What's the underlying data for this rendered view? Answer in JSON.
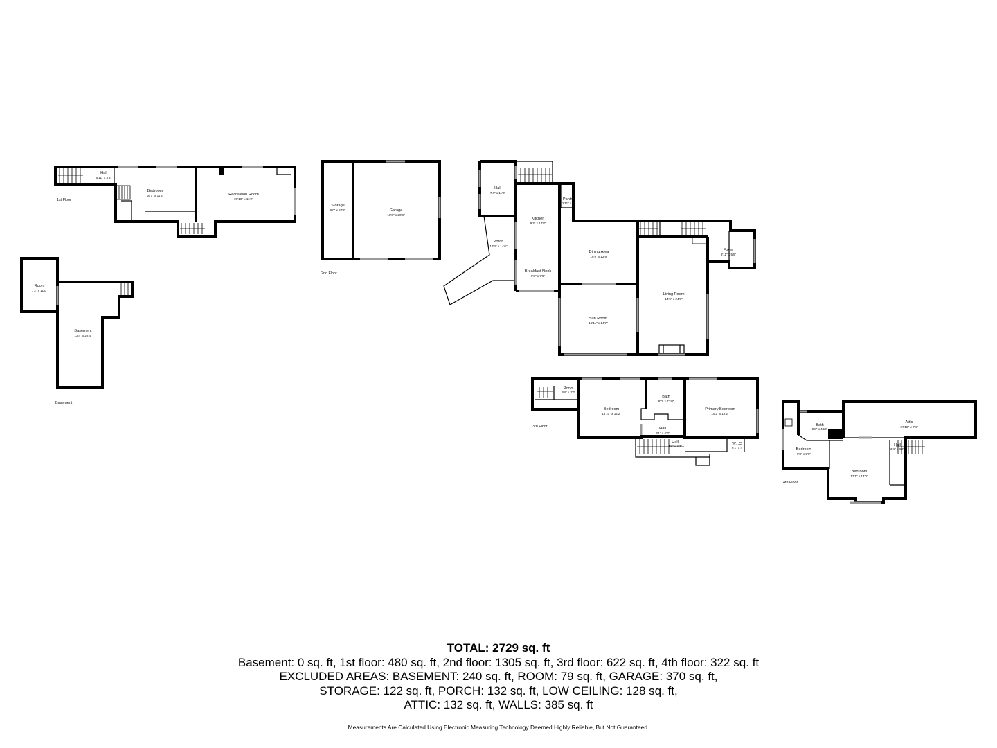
{
  "floors": [
    {
      "key": "floor1",
      "label": "1st Floor",
      "rooms": [
        {
          "key": "hall",
          "name": "Hall",
          "dim": "5'11\" x 3'3\""
        },
        {
          "key": "bedroom",
          "name": "Bedroom",
          "dim": "16'7\" x 11'2\""
        },
        {
          "key": "recreation",
          "name": "Recreation Room",
          "dim": "20'10\" x 11'2\""
        }
      ]
    },
    {
      "key": "basement",
      "label": "Basement",
      "rooms": [
        {
          "key": "room",
          "name": "Room",
          "dim": "7'2\" x 11'0\""
        },
        {
          "key": "basement",
          "name": "Basement",
          "dim": "13'4\" x 22'4\""
        }
      ]
    },
    {
      "key": "floor2",
      "label": "2nd Floor",
      "rooms": [
        {
          "key": "storage",
          "name": "Storage",
          "dim": "6'0\" x 20'2\""
        },
        {
          "key": "garage",
          "name": "Garage",
          "dim": "18'3\" x 20'3\""
        },
        {
          "key": "hall",
          "name": "Hall",
          "dim": "7'4\" x 11'0\""
        },
        {
          "key": "pantry",
          "name": "Pantry",
          "dim": "2'11\" x 3'"
        },
        {
          "key": "kitchen",
          "name": "Kitchen",
          "dim": "9'3\" x 14'8\""
        },
        {
          "key": "porch",
          "name": "Porch",
          "dim": "13'3\" x 14'6\""
        },
        {
          "key": "dining",
          "name": "Dining Area",
          "dim": "16'9\" x 12'9\""
        },
        {
          "key": "foyer",
          "name": "Foyer",
          "dim": "9'11\" x 5'5\""
        },
        {
          "key": "breakfast",
          "name": "Breakfast Nook",
          "dim": "9'3\" x 7'9\""
        },
        {
          "key": "living",
          "name": "Living Room",
          "dim": "14'6\" x 24'9\""
        },
        {
          "key": "sunroom",
          "name": "Sun Room",
          "dim": "15'11\" x 14'7\""
        }
      ]
    },
    {
      "key": "floor3",
      "label": "3rd Floor",
      "rooms": [
        {
          "key": "room",
          "name": "Room",
          "dim": "9'8\" x 3'0\""
        },
        {
          "key": "bedroom",
          "name": "Bedroom",
          "dim": "13'10\" x 12'2\""
        },
        {
          "key": "bath",
          "name": "Bath",
          "dim": "8'0\" x 7'10\""
        },
        {
          "key": "primary",
          "name": "Primary Bedroom",
          "dim": "15'2\" x 12'2\""
        },
        {
          "key": "hall",
          "name": "Hall",
          "dim": "9'1\" x 4'0\""
        },
        {
          "key": "hall2",
          "name": "Hall",
          "dim": "4'8\" x 3'3\""
        },
        {
          "key": "wic",
          "name": "W.I.C.",
          "dim": "6'1\" x 4'"
        }
      ]
    },
    {
      "key": "floor4",
      "label": "4th Floor",
      "rooms": [
        {
          "key": "bath",
          "name": "Bath",
          "dim": "9'8\" x 4'10\""
        },
        {
          "key": "attic",
          "name": "Attic",
          "dim": "27'10\" x 7'4\""
        },
        {
          "key": "bedroom1",
          "name": "Bedroom",
          "dim": "9'3\" x 9'9\""
        },
        {
          "key": "hall",
          "name": "Hall",
          "dim": "3'4\" x 3'9\""
        },
        {
          "key": "bedroom2",
          "name": "Bedroom",
          "dim": "13'1\" x 14'0\""
        }
      ]
    }
  ],
  "summary": {
    "total": "TOTAL: 2729 sq. ft",
    "line1": "Basement: 0 sq. ft, 1st floor: 480 sq. ft, 2nd floor: 1305 sq. ft, 3rd floor: 622 sq. ft, 4th floor: 322 sq. ft",
    "line2": "EXCLUDED AREAS: BASEMENT: 240 sq. ft, ROOM: 79 sq. ft, GARAGE: 370 sq. ft,",
    "line3": "STORAGE: 122 sq. ft, PORCH: 132 sq. ft, LOW CEILING: 128 sq. ft,",
    "line4": "ATTIC: 132 sq. ft, WALLS: 385 sq. ft"
  },
  "disclaimer": "Measurements Are Calculated Using Electronic Measuring Technology Deemed Highly Reliable, But Not Guaranteed."
}
